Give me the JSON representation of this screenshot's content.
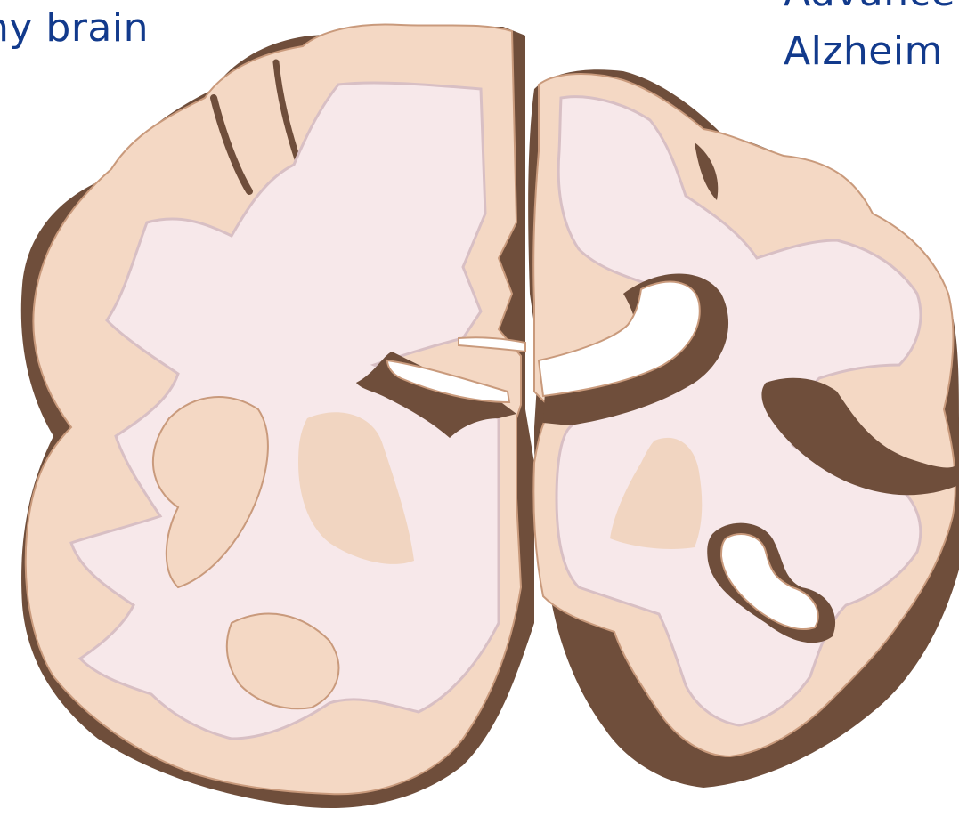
{
  "labels": {
    "left": "hy brain",
    "right_line1": "Advance",
    "right_line2": "Alzheim"
  },
  "colors": {
    "label_text": "#123a8c",
    "cortex": "#f4d8c4",
    "cortex_outline": "#c99a7c",
    "white_matter": "#f7e8ea",
    "basal_ganglia": "#efd3bd",
    "atrophy_shadow": "#6f4e3b",
    "ventricle": "#ffffff"
  },
  "icons": {
    "left_hemisphere": "brain-hemisphere-healthy",
    "right_hemisphere": "brain-hemisphere-atrophied"
  }
}
